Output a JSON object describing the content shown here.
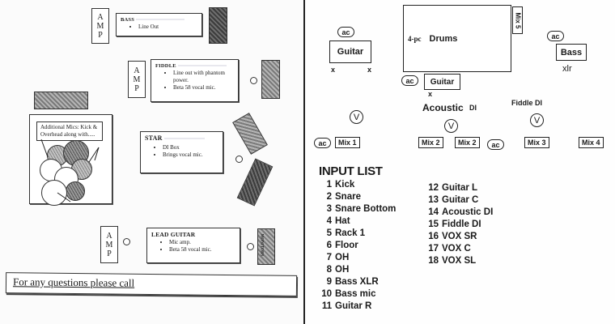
{
  "left_stage_plot": {
    "performers": [
      {
        "id": "bass",
        "title": "BASS",
        "items": [
          "Line Out"
        ],
        "amp_label": [
          "A",
          "M",
          "P"
        ]
      },
      {
        "id": "fiddle",
        "title": "FIDDLE",
        "items": [
          "Line out with phantom power.",
          "Beta 58 vocal mic."
        ],
        "amp_label": [
          "A",
          "M",
          "P"
        ]
      },
      {
        "id": "star",
        "title": "STAR",
        "items": [
          "DI Box",
          "Brings vocal mic."
        ]
      },
      {
        "id": "lead-guitar",
        "title": "LEAD GUITAR",
        "items": [
          "Mic amp.",
          "Beta 58 vocal mic."
        ],
        "amp_label": [
          "A",
          "M",
          "P"
        ]
      }
    ],
    "drum_note": "Additional Mics: Kick & Overhead along with.....",
    "monitor_label": "MONITORS",
    "contact_text": "For any questions please call"
  },
  "right_stage_plot": {
    "drums": {
      "prefix": "4-pc",
      "label": "Drums"
    },
    "mix5": "Mix 5",
    "guitar_left": {
      "label": "Guitar",
      "ac": "ac",
      "x_marks": [
        "x",
        "x"
      ]
    },
    "guitar_center": {
      "label": "Guitar",
      "ac": "ac",
      "x_mark": "x"
    },
    "bass": {
      "label": "Bass",
      "ac": "ac",
      "sub": "xlr"
    },
    "acoustic_label": "Acoustic",
    "acoustic_di": "DI",
    "fiddle_label": "Fiddle DI",
    "vocal_mark": "V",
    "monitors": [
      {
        "label": "Mix 1",
        "ac": "ac"
      },
      {
        "label": "Mix 2"
      },
      {
        "label": "Mix 2",
        "ac": "ac"
      },
      {
        "label": "Mix 3"
      },
      {
        "label": "Mix 4"
      }
    ],
    "input_list": {
      "title": "INPUT LIST",
      "col1": [
        {
          "num": "1",
          "name": "Kick"
        },
        {
          "num": "2",
          "name": "Snare"
        },
        {
          "num": "3",
          "name": "Snare Bottom"
        },
        {
          "num": "4",
          "name": "Hat"
        },
        {
          "num": "5",
          "name": "Rack 1"
        },
        {
          "num": "6",
          "name": "Floor"
        },
        {
          "num": "7",
          "name": "OH"
        },
        {
          "num": "8",
          "name": "OH"
        },
        {
          "num": "9",
          "name": "Bass XLR"
        },
        {
          "num": "10",
          "name": "Bass mic"
        },
        {
          "num": "11",
          "name": "Guitar R"
        }
      ],
      "col2": [
        {
          "num": "12",
          "name": "Guitar L"
        },
        {
          "num": "13",
          "name": "Guitar C"
        },
        {
          "num": "14",
          "name": "Acoustic DI"
        },
        {
          "num": "15",
          "name": "Fiddle DI"
        },
        {
          "num": "16",
          "name": "VOX SR"
        },
        {
          "num": "17",
          "name": "VOX C"
        },
        {
          "num": "18",
          "name": "VOX SL"
        }
      ]
    }
  }
}
